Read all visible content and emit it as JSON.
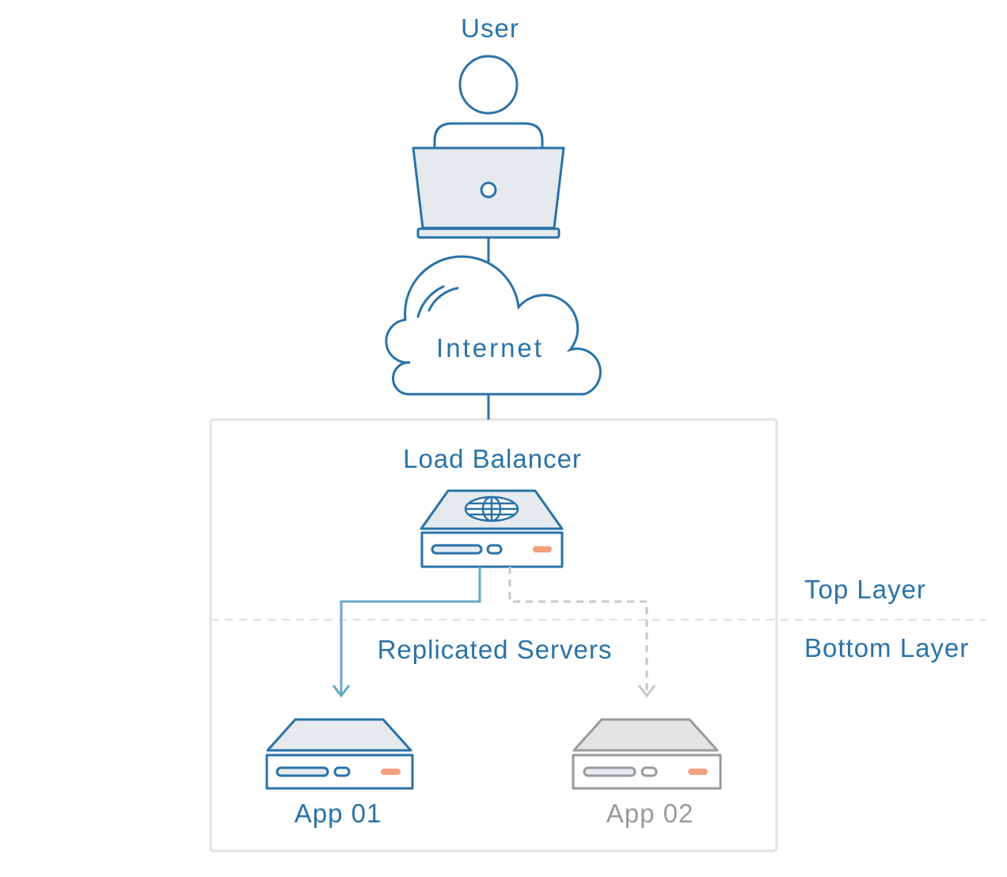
{
  "labels": {
    "user": "User",
    "internet": "Internet",
    "load_balancer": "Load Balancer",
    "replicated_servers": "Replicated Servers",
    "top_layer": "Top Layer",
    "bottom_layer": "Bottom Layer",
    "app01": "App 01",
    "app02": "App 02"
  },
  "colors": {
    "primary_stroke": "#2a72a8",
    "secondary_stroke": "#9a9a9a",
    "fill": "#e4eaee",
    "led": "#f3a07e",
    "active_arrow": "#6aa7c4",
    "dashed_arrow": "#c8c8c8",
    "layer_divider": "#dedede",
    "container_border": "#e2e2e2"
  },
  "icons": [
    "user-icon",
    "laptop-icon",
    "cloud-icon",
    "load-balancer-icon",
    "globe-icon",
    "server-icon"
  ]
}
